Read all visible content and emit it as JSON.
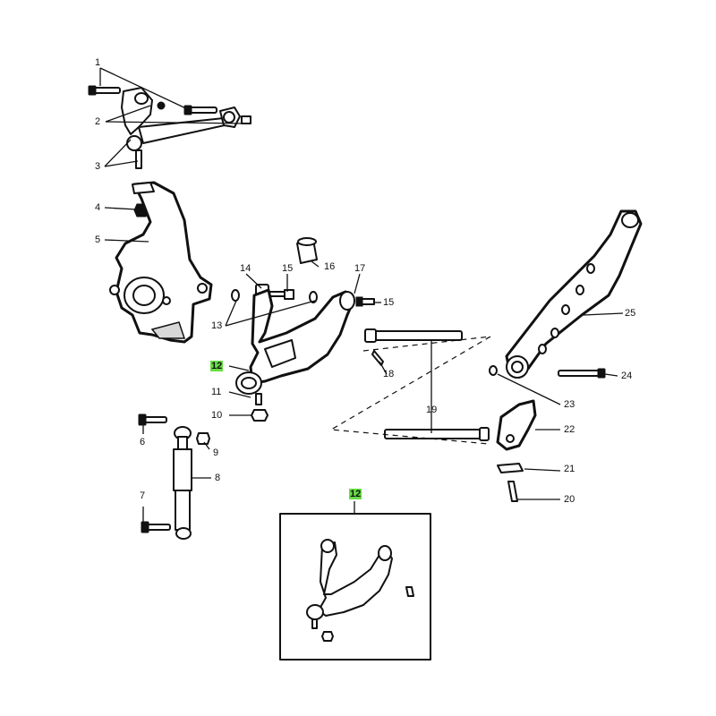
{
  "colors": {
    "line": "#111111",
    "highlight": "#66dd44",
    "background": "#ffffff"
  },
  "callouts": {
    "c1": "1",
    "c2": "2",
    "c3": "3",
    "c4": "4",
    "c5": "5",
    "c6": "6",
    "c7": "7",
    "c8": "8",
    "c9": "9",
    "c10": "10",
    "c11": "11",
    "c12": "12",
    "c13": "13",
    "c14": "14",
    "c15a": "15",
    "c15b": "15",
    "c16": "16",
    "c17": "17",
    "c18": "18",
    "c19": "19",
    "c20": "20",
    "c21": "21",
    "c22": "22",
    "c23": "23",
    "c24": "24",
    "c25": "25",
    "c12_inset": "12"
  },
  "highlighted": [
    "c12",
    "c12_inset"
  ]
}
